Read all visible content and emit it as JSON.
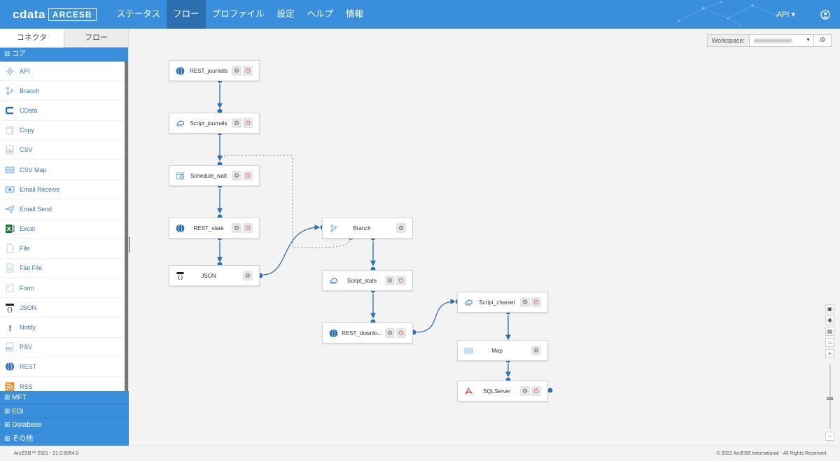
{
  "header": {
    "brand": "cdata",
    "product": "ARCESB",
    "nav": [
      "ステータス",
      "フロー",
      "プロファイル",
      "設定",
      "ヘルプ",
      "情報"
    ],
    "active_nav": "フロー",
    "api_menu": "API ▾"
  },
  "sidebar": {
    "tabs": [
      "コネクタ",
      "フロー"
    ],
    "core_group": "⊟ コア",
    "connectors": [
      {
        "label": "API",
        "icon": "api-icon"
      },
      {
        "label": "Branch",
        "icon": "branch-icon"
      },
      {
        "label": "CData",
        "icon": "cdata-icon"
      },
      {
        "label": "Copy",
        "icon": "copy-icon"
      },
      {
        "label": "CSV",
        "icon": "csv-icon"
      },
      {
        "label": "CSV Map",
        "icon": "csv-map-icon"
      },
      {
        "label": "Email Receive",
        "icon": "email-receive-icon"
      },
      {
        "label": "Email Send",
        "icon": "email-send-icon"
      },
      {
        "label": "Excel",
        "icon": "excel-icon"
      },
      {
        "label": "File",
        "icon": "file-icon"
      },
      {
        "label": "Flat File",
        "icon": "flat-file-icon"
      },
      {
        "label": "Form",
        "icon": "form-icon"
      },
      {
        "label": "JSON",
        "icon": "json-icon"
      },
      {
        "label": "Notify",
        "icon": "notify-icon"
      },
      {
        "label": "PSV",
        "icon": "psv-icon"
      },
      {
        "label": "REST",
        "icon": "rest-icon"
      },
      {
        "label": "RSS",
        "icon": "rss-icon"
      }
    ],
    "groups": [
      "⊞ MFT",
      "⊞ EDI",
      "⊞ Database",
      "⊞ その他"
    ]
  },
  "workspace": {
    "label": "Workspace:"
  },
  "flow_nodes": [
    {
      "id": "rest-journals",
      "label": "REST_journals",
      "icon": "globe-icon"
    },
    {
      "id": "script-journals",
      "label": "Script_journals",
      "icon": "script-icon"
    },
    {
      "id": "schedule-wait",
      "label": "Schedule_wait",
      "icon": "schedule-icon"
    },
    {
      "id": "rest-state",
      "label": "REST_state",
      "icon": "globe-icon"
    },
    {
      "id": "json",
      "label": "JSON",
      "icon": "json-icon"
    },
    {
      "id": "branch",
      "label": "Branch",
      "icon": "branch-icon"
    },
    {
      "id": "script-state",
      "label": "Script_state",
      "icon": "script-icon"
    },
    {
      "id": "rest-download",
      "label": "REST_downlo...",
      "icon": "globe-icon"
    },
    {
      "id": "script-charset",
      "label": "Script_charset",
      "icon": "script-icon"
    },
    {
      "id": "map",
      "label": "Map",
      "icon": "map-icon"
    },
    {
      "id": "sqlserver",
      "label": "SQLServer",
      "icon": "sqlserver-icon"
    }
  ],
  "footer": {
    "version": "ArcESB™ 2021 - 21.0.8054.0",
    "copyright": "© 2022 ArcESB International - All Rights Reserved."
  },
  "colors": {
    "accent": "#3a8fdc",
    "nav_active": "#2b6fae",
    "link": "#3a77b8",
    "connector": "#2b6fb5"
  }
}
